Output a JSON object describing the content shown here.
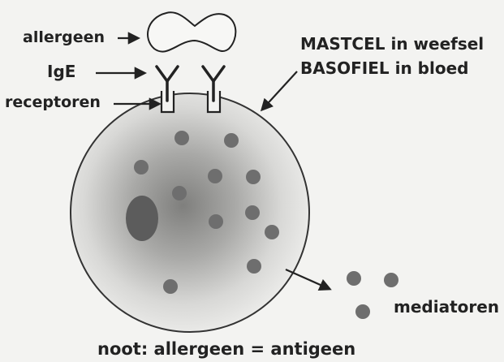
{
  "labels": {
    "allergen": "allergeen",
    "ige": "IgE",
    "receptors": "receptoren",
    "mast_cell": "MASTCEL in weefsel",
    "basophil": "BASOFIEL in bloed",
    "mediators": "mediatoren",
    "note": "noot: allergeen = antigeen"
  },
  "colors": {
    "ink": "#222222",
    "cell_fill": "#e6e6e4",
    "cell_shade": "#8a8a88",
    "granule": "#6f6f6f",
    "nucleus": "#5e5e5e"
  }
}
